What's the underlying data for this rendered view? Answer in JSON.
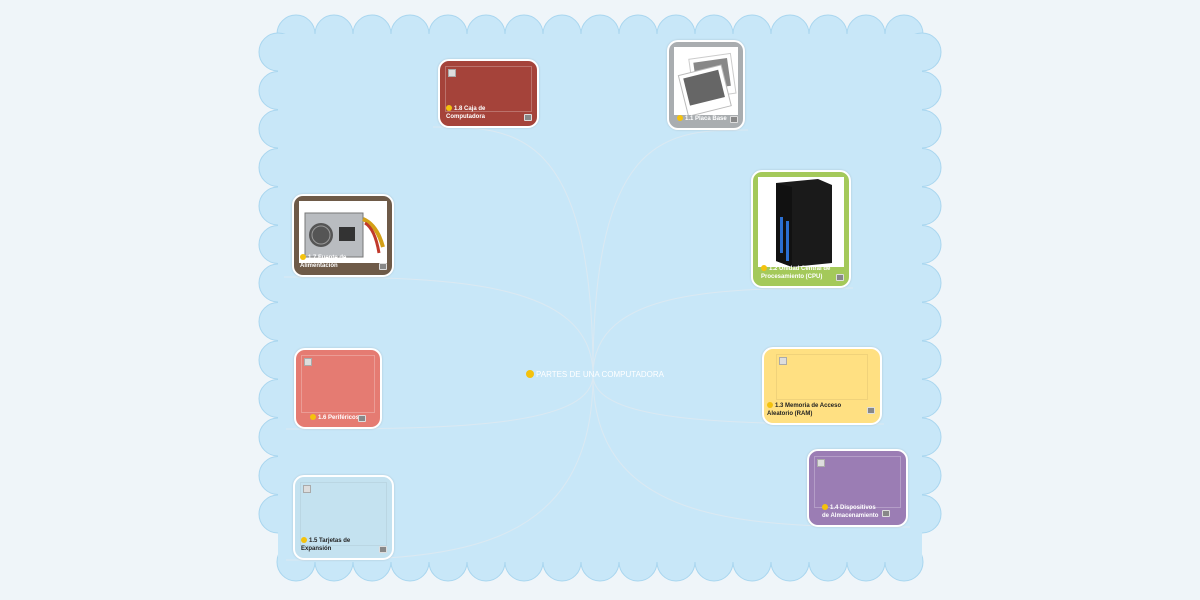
{
  "map": {
    "central_topic": "PARTES DE UNA COMPUTADORA",
    "topics": [
      {
        "id": "caja",
        "label": "1.8 Caja de Computadora",
        "color": "#a5433a"
      },
      {
        "id": "placa",
        "label": "1.1 Placa Base",
        "color": "#a9adb0"
      },
      {
        "id": "cpu",
        "label": "1.2 Unidad Central de Procesamiento (CPU)",
        "color": "#a4c95a"
      },
      {
        "id": "fuente",
        "label": "1.7 Fuente de Alimentación",
        "color": "#6e5a48"
      },
      {
        "id": "perifericos",
        "label": "1.6 Periféricos",
        "color": "#e57b72"
      },
      {
        "id": "ram",
        "label": "1.3 Memoria de Acceso Aleatorio (RAM)",
        "color": "#ffe082"
      },
      {
        "id": "tarjetas",
        "label": "1.5 Tarjetas de Expansión",
        "color": "#c4e2f0"
      },
      {
        "id": "almacenamiento",
        "label": "1.4 Dispositivos de Almacenamiento",
        "color": "#9b7db4"
      }
    ]
  },
  "colors": {
    "canvas": "#c8e7f8",
    "page": "#eff5f9",
    "connector": "#dbe9f2"
  }
}
